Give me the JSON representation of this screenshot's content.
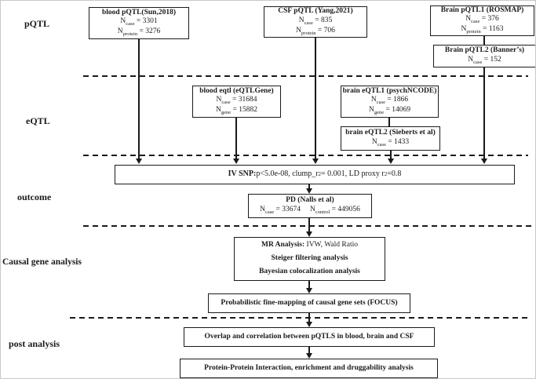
{
  "row_labels": {
    "pqtl": "pQTL",
    "eqtl": "eQTL",
    "outcome": "outcome",
    "causal": "Causal gene analysis",
    "post": "post analysis"
  },
  "boxes": {
    "blood_pqtl": {
      "title": "blood pQTL(Sun,2018)",
      "stats": [
        {
          "base": "N",
          "sub": "case",
          "value": " = 3301"
        },
        {
          "base": "N",
          "sub": "protein",
          "value": " = 3276"
        }
      ]
    },
    "csf_pqtl": {
      "title": "CSF pQTL (Yang,2021)",
      "stats": [
        {
          "base": "N",
          "sub": "case",
          "value": " = 835"
        },
        {
          "base": "N",
          "sub": "protein",
          "value": " = 706"
        }
      ]
    },
    "brain_pqtl1": {
      "title": "Brain pQTL1 (ROSMAP)",
      "stats": [
        {
          "base": "N",
          "sub": "case",
          "value": " = 376"
        },
        {
          "base": "N",
          "sub": "protein",
          "value": " = 1163"
        }
      ]
    },
    "brain_pqtl2": {
      "title": "Brain pQTL2 (Banner’s)",
      "stats": [
        {
          "base": "N",
          "sub": "case",
          "value": " = 152"
        }
      ]
    },
    "blood_eqtl": {
      "title": "blood eqtl (eQTLGene)",
      "stats": [
        {
          "base": "N",
          "sub": "case",
          "value": " = 31684"
        },
        {
          "base": "N",
          "sub": "gene",
          "value": " = 15882"
        }
      ]
    },
    "brain_eqtl1": {
      "title": "brain eQTL1 (psychNCODE)",
      "stats": [
        {
          "base": "N",
          "sub": "case",
          "value": " = 1866"
        },
        {
          "base": "N",
          "sub": "gene",
          "value": " = 14069"
        }
      ]
    },
    "brain_eqtl2": {
      "title": "brain eQTL2 (Sieberts et al)",
      "stats": [
        {
          "base": "N",
          "sub": "case",
          "value": " = 1433"
        }
      ]
    },
    "iv_snp": {
      "bold": "IV SNP:",
      "seg1": " p<5.0e-08, clump_r",
      "sup1": "2",
      "seg2": " = 0.001, LD proxy r",
      "sup2": "2",
      "seg3": "=0.8"
    },
    "pd": {
      "title": "PD (Nalls et al)",
      "stats": [
        {
          "base": "N",
          "sub": "case",
          "value": " = 33674"
        },
        {
          "base": "N",
          "sub": "control",
          "value": " = 449056"
        }
      ]
    },
    "mr": {
      "line1_bold": "MR Analysis:",
      "line1_rest": " IVW, Wald Ratio",
      "line2": "Steiger filtering analysis",
      "line3": "Bayesian colocalization analysis"
    },
    "focus": {
      "title": "Probabilistic fine-mapping of causal gene sets (FOCUS)"
    },
    "overlap": {
      "title": "Overlap and correlation between pQTLS in blood, brain and CSF"
    },
    "ppi": {
      "title": "Protein-Protein Interaction, enrichment and druggability analysis"
    }
  },
  "colors": {
    "line": "#1a1a1a",
    "background": "#ffffff"
  }
}
